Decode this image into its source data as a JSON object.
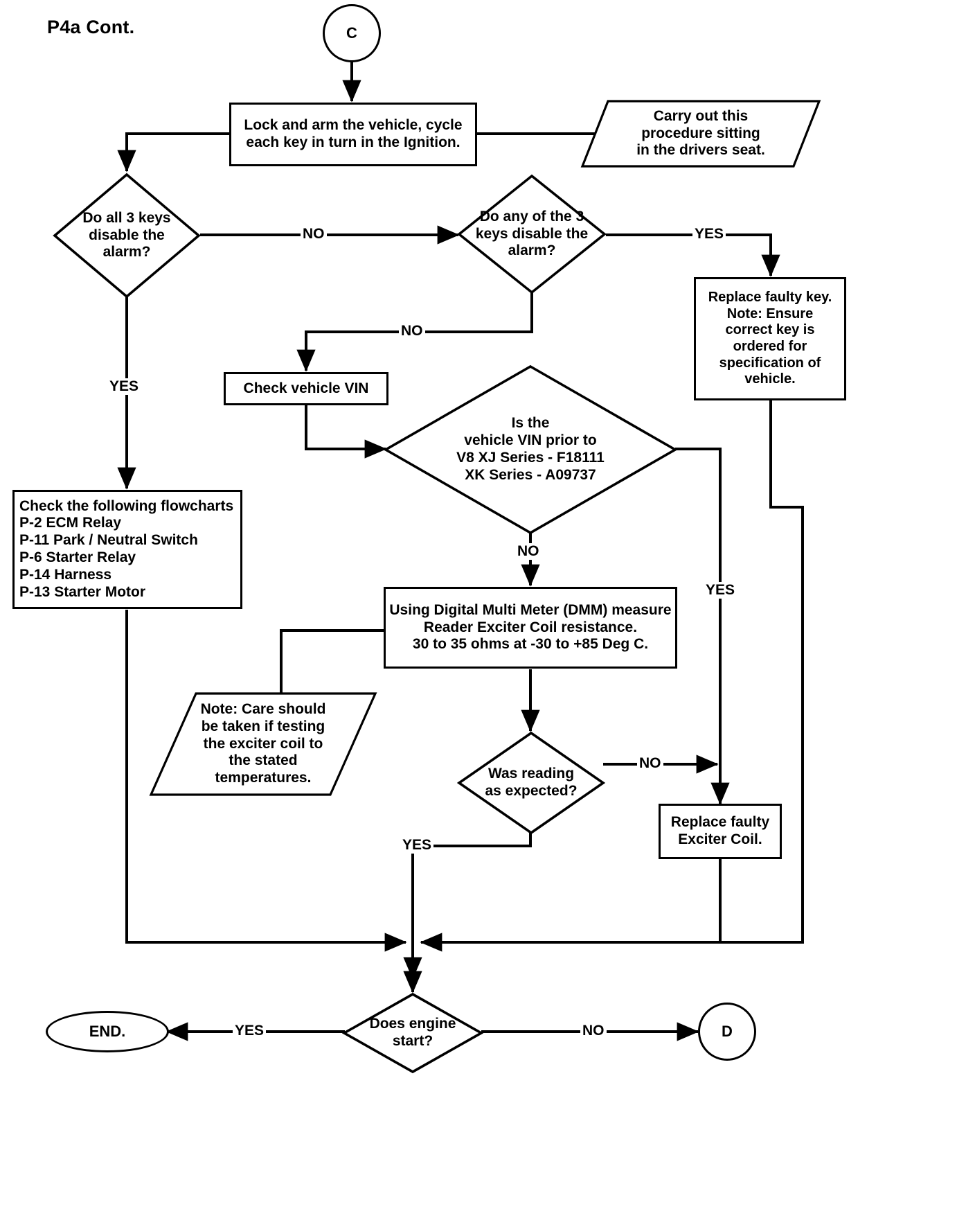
{
  "diagram": {
    "title": "P4a Cont.",
    "type": "flowchart",
    "nodes": {
      "connector_c": {
        "label": "C",
        "shape": "circle"
      },
      "lock_arm": {
        "label": "Lock and arm the vehicle, cycle\neach key in turn in the Ignition.",
        "shape": "process"
      },
      "note_seat": {
        "label": "Carry out this\nprocedure sitting\nin the drivers seat.",
        "shape": "note"
      },
      "all3_keys": {
        "label": "Do all 3 keys\ndisable the\nalarm?",
        "shape": "decision"
      },
      "any3_keys": {
        "label": "Do any of the 3\nkeys disable the\nalarm?",
        "shape": "decision"
      },
      "replace_key": {
        "label": "Replace faulty key.\nNote: Ensure\ncorrect key is\nordered for\nspecification of\nvehicle.",
        "shape": "process"
      },
      "check_vin": {
        "label": "Check vehicle VIN",
        "shape": "process"
      },
      "vin_prior": {
        "label": "Is the\nvehicle VIN prior to\nV8 XJ Series - F18111\nXK Series - A09737",
        "shape": "decision"
      },
      "check_flowcharts": {
        "label": "Check the following flowcharts\nP-2 ECM Relay\nP-11 Park / Neutral Switch\nP-6 Starter Relay\nP-14 Harness\nP-13 Starter Motor",
        "shape": "process"
      },
      "dmm_measure": {
        "label": "Using Digital Multi Meter (DMM) measure\nReader Exciter Coil resistance.\n30 to 35 ohms at -30 to +85 Deg C.",
        "shape": "process"
      },
      "note_care": {
        "label": "Note: Care should\nbe taken if testing\nthe exciter coil to\nthe stated\ntemperatures.",
        "shape": "note"
      },
      "reading_expected": {
        "label": "Was reading\nas expected?",
        "shape": "decision"
      },
      "replace_coil": {
        "label": "Replace faulty\nExciter Coil.",
        "shape": "process"
      },
      "engine_start": {
        "label": "Does engine\nstart?",
        "shape": "decision"
      },
      "end_terminator": {
        "label": "END.",
        "shape": "terminator"
      },
      "connector_d": {
        "label": "D",
        "shape": "circle"
      }
    },
    "edge_labels": {
      "all3_no": "NO",
      "any3_yes": "YES",
      "any3_no": "NO",
      "all3_yes": "YES",
      "vin_no": "NO",
      "vin_yes": "YES",
      "reading_no": "NO",
      "reading_yes": "YES",
      "engine_yes": "YES",
      "engine_no": "NO"
    },
    "colors": {
      "stroke": "#000000",
      "fill": "#ffffff",
      "text": "#000000"
    }
  }
}
